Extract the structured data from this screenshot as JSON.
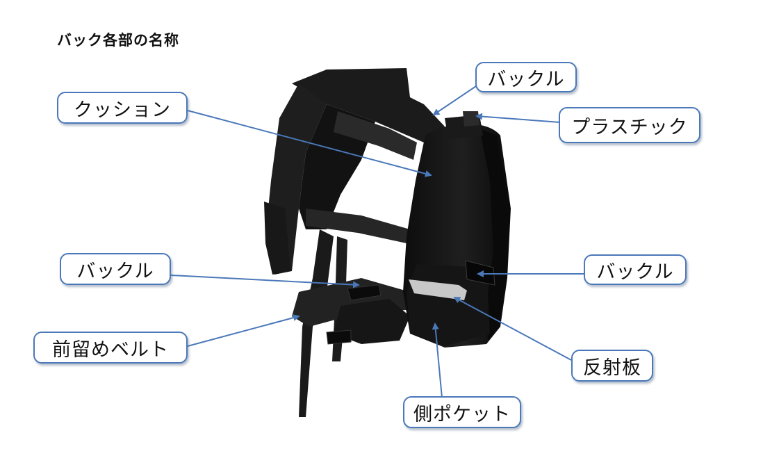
{
  "title": "バック各部の名称",
  "labels": {
    "buckle_top": "バックル",
    "plastic": "プラスチック",
    "cushion": "クッション",
    "buckle_left": "バックル",
    "buckle_right": "バックル",
    "front_belt": "前留めベルト",
    "reflector": "反射板",
    "side_pocket": "側ポケット"
  },
  "colors": {
    "label_border": "#4a78b9",
    "arrow": "#4a78b9",
    "bag": "#141414",
    "reflector": "#c8c8c8"
  }
}
